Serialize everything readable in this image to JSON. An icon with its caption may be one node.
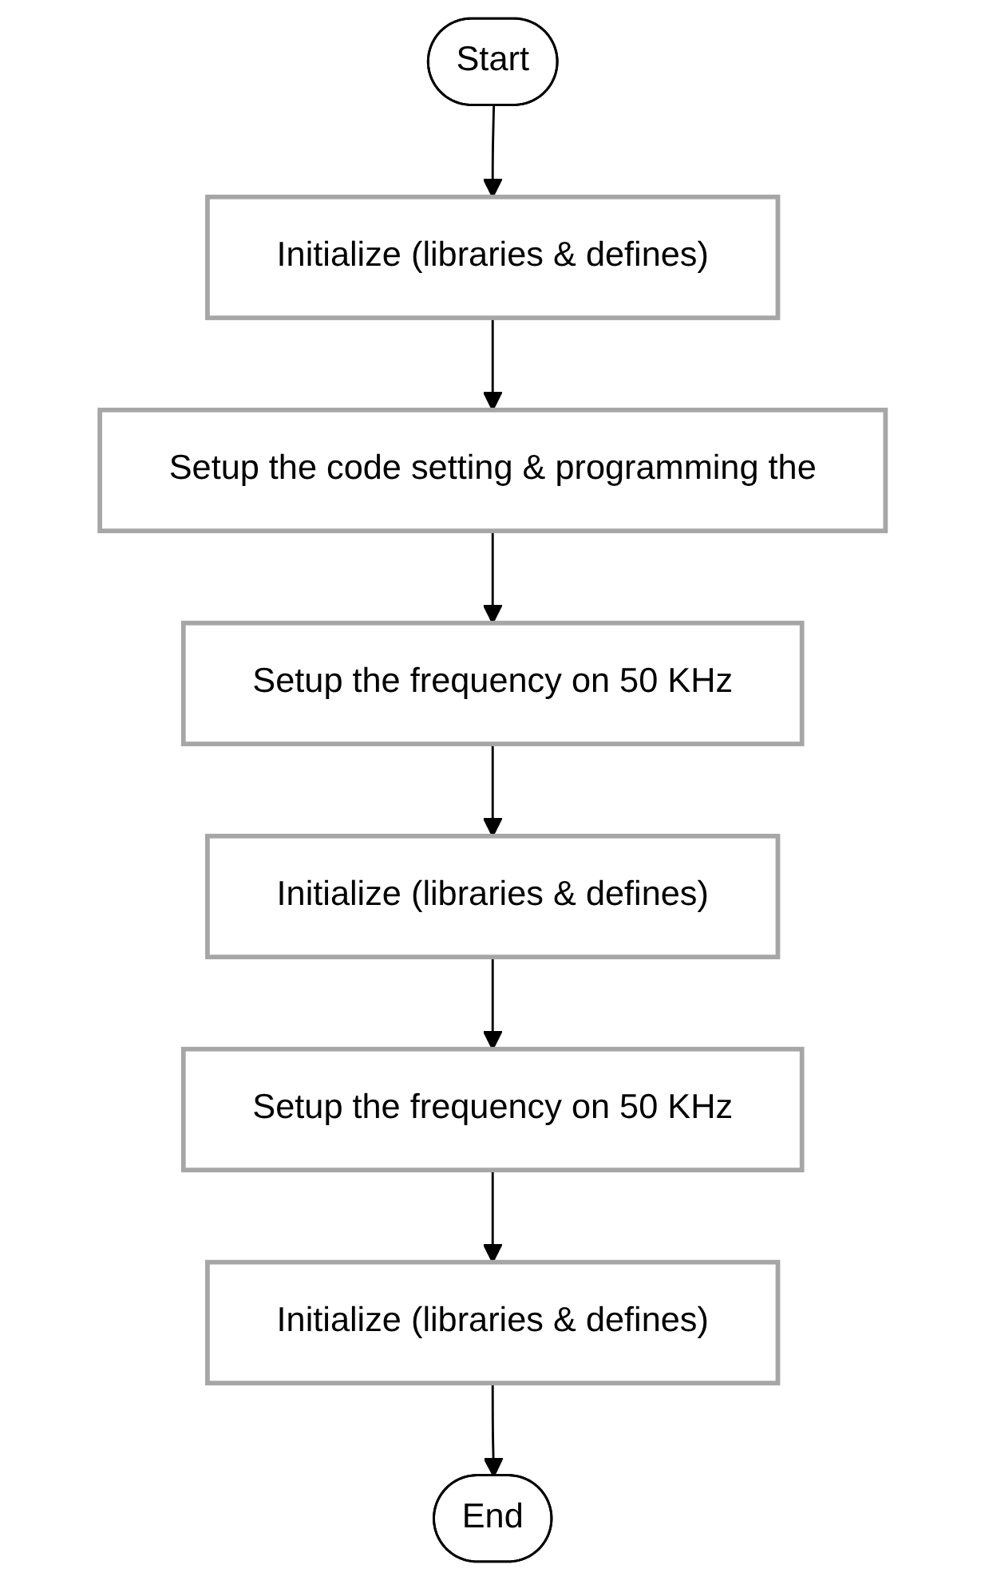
{
  "diagram": {
    "nodes": [
      {
        "text": [
          "Start"
        ]
      },
      {
        "text": [
          "Initialize (libraries & defines)"
        ]
      },
      {
        "text": [
          "Setup the code setting & programming the"
        ]
      },
      {
        "text": [
          "Setup the frequency on 50 KHz"
        ]
      },
      {
        "text": [
          "Initialize (libraries & defines)"
        ]
      },
      {
        "text": [
          "Setup the frequency on 50 KHz"
        ]
      },
      {
        "text": [
          "Initialize (libraries & defines)"
        ]
      },
      {
        "text": [
          "End"
        ]
      }
    ],
    "edges": [
      {
        "from": 0,
        "to": 1,
        "arrow": "to"
      },
      {
        "from": 1,
        "to": 2,
        "arrow": "to"
      },
      {
        "from": 2,
        "to": 3,
        "arrow": "to"
      },
      {
        "from": 3,
        "to": 4,
        "arrow": "to"
      },
      {
        "from": 4,
        "to": 5,
        "arrow": "to"
      },
      {
        "from": 5,
        "to": 6,
        "arrow": "to"
      },
      {
        "from": 6,
        "to": 7,
        "arrow": "to"
      }
    ]
  }
}
